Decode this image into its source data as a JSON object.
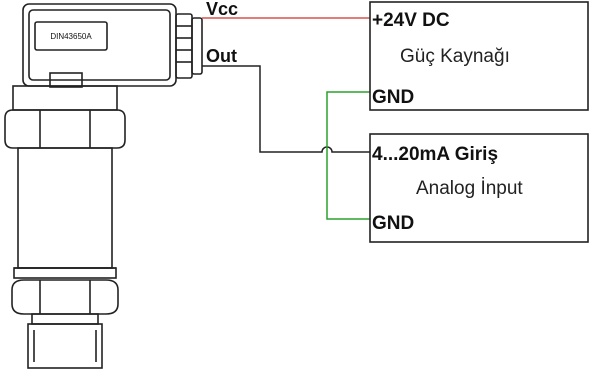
{
  "sensor": {
    "connector_label": "DIN43650A"
  },
  "wires": {
    "vcc_label": "Vcc",
    "out_label": "Out",
    "vcc_color": "#d9534f",
    "out_color": "#222222",
    "gnd_color": "#2ca02c"
  },
  "power_supply": {
    "title": "+24V DC",
    "subtitle": "Güç Kaynağı",
    "gnd_label": "GND"
  },
  "analog_input": {
    "title": "4...20mA Giriş",
    "subtitle": "Analog İnput",
    "gnd_label": "GND"
  }
}
